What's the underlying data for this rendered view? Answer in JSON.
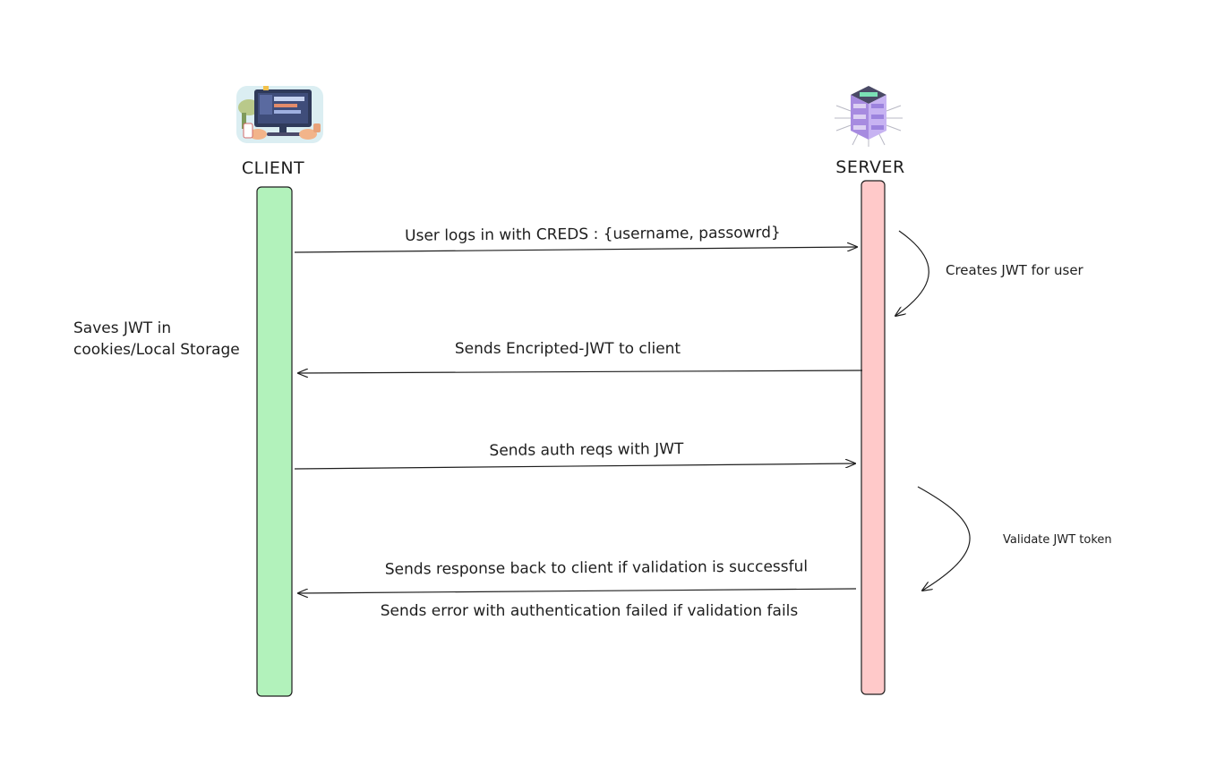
{
  "actors": {
    "client": {
      "label": "CLIENT",
      "icon": "developer-at-desk-icon",
      "lifeline_color": "#b2f2bb"
    },
    "server": {
      "label": "SERVER",
      "icon": "server-rack-icon",
      "lifeline_color": "#ffc9c9"
    }
  },
  "messages": [
    {
      "from": "client",
      "to": "server",
      "text": "User logs in with CREDS : {username, passowrd}"
    },
    {
      "from": "server",
      "to": "client",
      "text": "Sends Encripted-JWT to client"
    },
    {
      "from": "client",
      "to": "server",
      "text": "Sends auth reqs with JWT"
    },
    {
      "from": "server",
      "to": "client",
      "text": "Sends response back to client if validation is successful"
    }
  ],
  "annotations": {
    "error_note": "Sends error with authentication failed if validation fails",
    "client_note_line1": "Saves JWT in",
    "client_note_line2": "cookies/Local Storage",
    "server_note_create": "Creates JWT for user",
    "server_note_validate": "Validate JWT token"
  }
}
